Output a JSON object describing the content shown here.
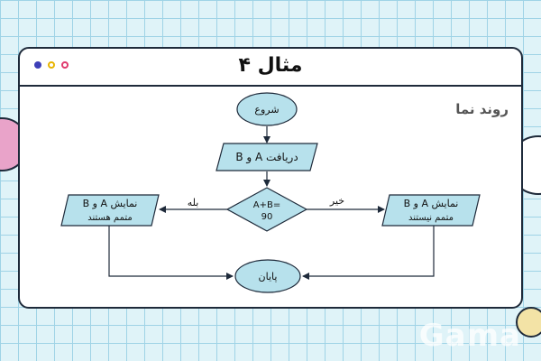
{
  "window": {
    "title": "مثال ۴"
  },
  "section_label": "روند نما",
  "flowchart": {
    "start": "شروع",
    "input": "دریافت A و B",
    "condition_line1": "A+B=",
    "condition_line2": "90",
    "yes_label": "بله",
    "no_label": "خیر",
    "yes_output_line1": "نمایش A و B",
    "yes_output_line2": "متمم هستند",
    "no_output_line1": "نمایش A و B",
    "no_output_line2": "متمم نیستند",
    "end": "پایان"
  },
  "watermark": "Gama",
  "colors": {
    "shape_fill": "#b7e1ec",
    "stroke": "#1e2a3a",
    "background": "#dff3f8"
  }
}
